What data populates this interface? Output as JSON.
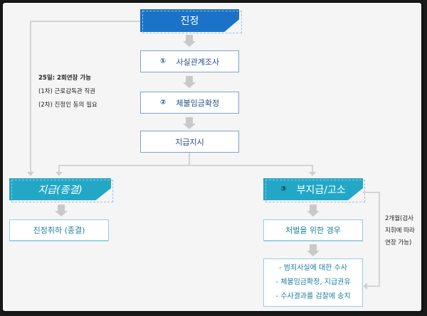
{
  "colors": {
    "primary_banner": "#1a73c8",
    "teal_banner": "#22a8c6",
    "connector": "#d4d4d4",
    "blue_text": "#1f4e8c",
    "teal_text": "#1b7fa0"
  },
  "top": {
    "title": "진정"
  },
  "steps": [
    {
      "number": "①",
      "label": "사실관계조사"
    },
    {
      "number": "②",
      "label": "체불임금확정"
    },
    {
      "number": "",
      "label": "지급지시"
    }
  ],
  "left_note": {
    "lines": [
      "25일: 2회연장 가능",
      "(1차) 근로감독관 직권",
      "(2차) 진정인 동의 필요"
    ]
  },
  "left_branch": {
    "title": "지급(종결)",
    "result": "진정취하 (종결)"
  },
  "right_branch": {
    "number": "③",
    "title": "부지급/고소",
    "condition": "처벌을 위한 경우",
    "actions": [
      "- 범죄사실에 대한 수사",
      "- 체불임금확정, 지급권유",
      "- 수사결과를 검찰에 송치"
    ]
  },
  "right_note": {
    "lines": [
      "2개월(검사",
      "지휘에 따라",
      "연장 가능)"
    ]
  }
}
